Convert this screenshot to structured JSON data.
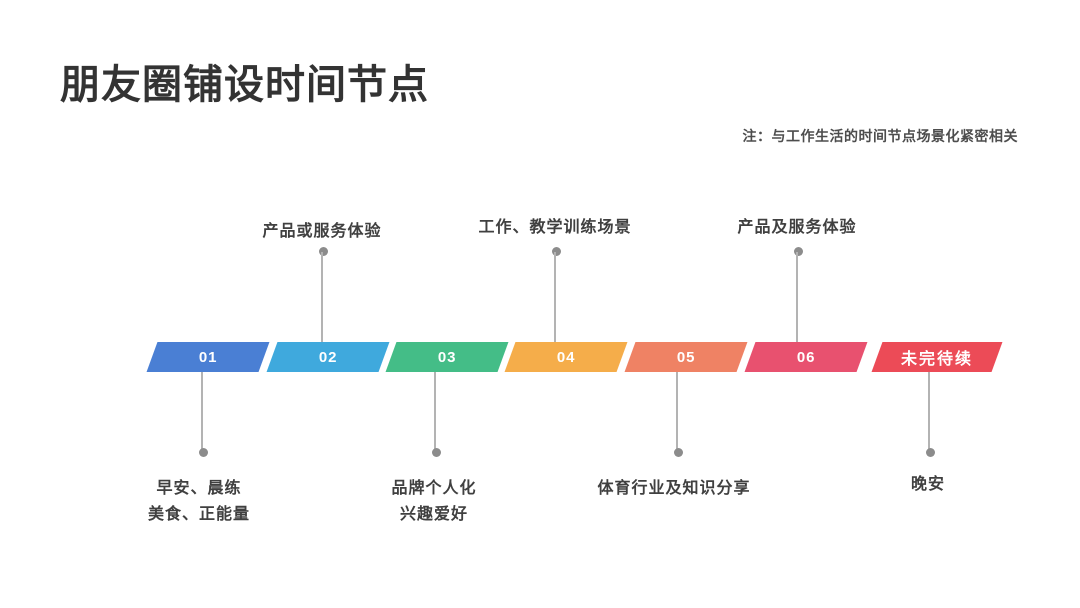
{
  "slide": {
    "title": "朋友圈铺设时间节点",
    "note": "注：与工作生活的时间节点场景化紧密相关",
    "background_color": "#ffffff",
    "title_color": "#333333",
    "connector_color": "#b3b3b3",
    "dot_color": "#8c8c8c"
  },
  "timeline": {
    "segments": [
      {
        "label": "01",
        "color": "#4a7fd4"
      },
      {
        "label": "02",
        "color": "#3fa9dd"
      },
      {
        "label": "03",
        "color": "#44bd87"
      },
      {
        "label": "04",
        "color": "#f5ad4a"
      },
      {
        "label": "05",
        "color": "#ef8264"
      },
      {
        "label": "06",
        "color": "#e8516f"
      },
      {
        "label": "未完待续",
        "color": "#ec4b57"
      }
    ],
    "callouts_top": [
      {
        "segment": "02",
        "text": "产品或服务体验"
      },
      {
        "segment": "04",
        "text": "工作、教学训练场景"
      },
      {
        "segment": "06",
        "text": "产品及服务体验"
      }
    ],
    "callouts_bottom": [
      {
        "segment": "01",
        "line1": "早安、晨练",
        "line2": "美食、正能量"
      },
      {
        "segment": "03",
        "line1": "品牌个人化",
        "line2": "兴趣爱好"
      },
      {
        "segment": "05",
        "line1": "体育行业及知识分享",
        "line2": ""
      },
      {
        "segment": "未完待续",
        "line1": "晚安",
        "line2": ""
      }
    ]
  }
}
